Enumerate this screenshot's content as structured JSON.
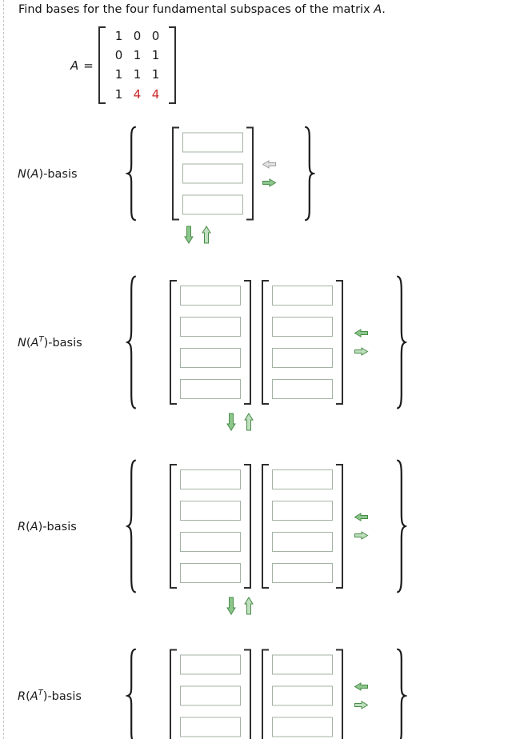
{
  "colors": {
    "matrix_highlight": "#cc2a2a",
    "arrow_green_stroke": "#4a8c4a",
    "arrow_green_fill": "#8cc68c",
    "arrow_green_fill_light": "#bfdfbf",
    "arrow_gray_stroke": "#9f9f9f",
    "arrow_gray_fill": "#e2e2e2",
    "brace_color": "#1c1c1c",
    "bracket_color": "#2e2e2e",
    "input_border": "#a3b3a3"
  },
  "title": {
    "pre": "Find bases for the four fundamental subspaces of the matrix ",
    "var": "A",
    "post": "."
  },
  "matrix": {
    "var": "A",
    "equals": "=",
    "rows": [
      [
        "1",
        "0",
        "0"
      ],
      [
        "0",
        "1",
        "1"
      ],
      [
        "1",
        "1",
        "1"
      ],
      [
        "1",
        "4",
        "4"
      ]
    ],
    "highlighted_cells": "row 4 columns 2 and 3 shown in red"
  },
  "sections": [
    {
      "label": {
        "func": "N",
        "open": "(",
        "arg": "A",
        "sup": "",
        "rest": ")-basis"
      },
      "vector_count": 1,
      "vector_rows": 3,
      "input_value": "",
      "move_left_enabled": false,
      "move_right_enabled": true
    },
    {
      "label": {
        "func": "N",
        "open": "(",
        "arg": "A",
        "sup": "T",
        "rest": ")-basis"
      },
      "vector_count": 2,
      "vector_rows": 4,
      "input_value": "",
      "move_left_enabled": true,
      "move_right_enabled": true
    },
    {
      "label": {
        "func": "R",
        "open": "(",
        "arg": "A",
        "sup": "",
        "rest": ")-basis"
      },
      "vector_count": 2,
      "vector_rows": 4,
      "input_value": "",
      "move_left_enabled": true,
      "move_right_enabled": true
    },
    {
      "label": {
        "func": "R",
        "open": "(",
        "arg": "A",
        "sup": "T",
        "rest": ")-basis"
      },
      "vector_count": 2,
      "vector_rows": 3,
      "input_value": "",
      "move_left_enabled": true,
      "move_right_enabled": true
    }
  ],
  "swap_arrow_pairs": [
    {
      "down": "enabled",
      "up": "enabled"
    },
    {
      "down": "enabled",
      "up": "enabled"
    },
    {
      "down": "enabled",
      "up": "enabled"
    }
  ]
}
